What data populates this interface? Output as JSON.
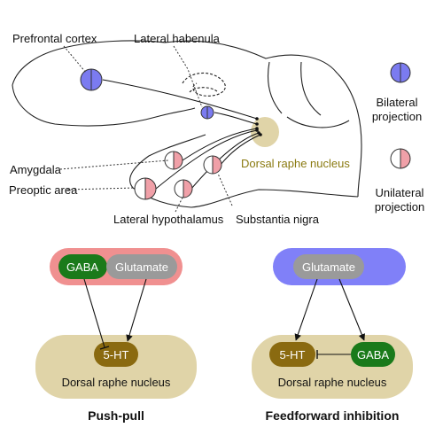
{
  "brain_regions": {
    "prefrontal_cortex": "Prefrontal cortex",
    "lateral_habenula": "Lateral habenula",
    "amygdala": "Amygdala",
    "preoptic_area": "Preoptic area",
    "lateral_hypothalamus": "Lateral hypothalamus",
    "substantia_nigra": "Substantia nigra",
    "dorsal_raphe_nucleus": "Dorsal raphe nucleus"
  },
  "legend": {
    "bilateral_line1": "Bilateral",
    "bilateral_line2": "projection",
    "unilateral_line1": "Unilateral",
    "unilateral_line2": "projection"
  },
  "push_pull": {
    "gaba": "GABA",
    "glutamate": "Glutamate",
    "target": "5-HT",
    "nucleus": "Dorsal raphe nucleus",
    "title": "Push-pull"
  },
  "feedforward": {
    "glutamate": "Glutamate",
    "target": "5-HT",
    "gaba": "GABA",
    "nucleus": "Dorsal raphe nucleus",
    "title": "Feedforward inhibition"
  },
  "colors": {
    "bilateral": "#7b7bf0",
    "unilateral": "#f0a0a8",
    "drn": "#e0d4a8",
    "drn_label": "#8a7a10",
    "gaba": "#1a7a1a",
    "glutamate": "#9a9a9a",
    "serotonin": "#8a6a10",
    "pink_frame": "#f09090",
    "blue_frame": "#8080f8"
  }
}
